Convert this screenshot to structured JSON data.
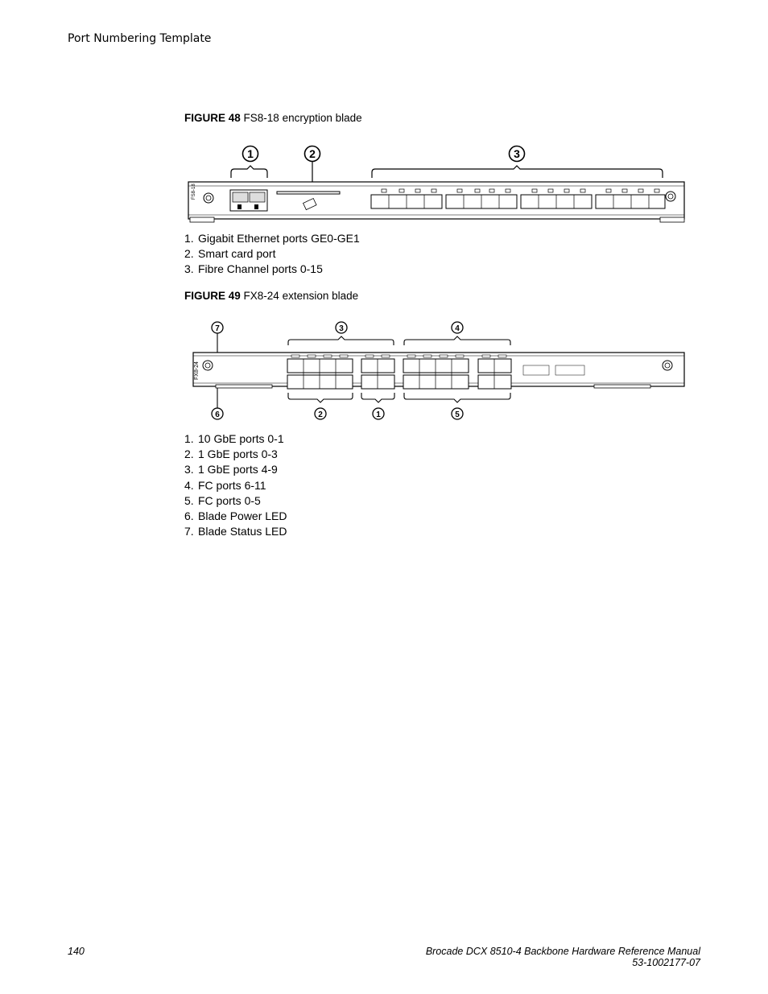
{
  "header": {
    "title": "Port Numbering Template"
  },
  "figure48": {
    "label": "FIGURE 48",
    "title": "FS8-18 encryption blade",
    "faceplate_text": "FS8-18",
    "callouts": [
      "1",
      "2",
      "3"
    ],
    "legend": [
      {
        "num": "1.",
        "text": "Gigabit Ethernet ports GE0-GE1"
      },
      {
        "num": "2.",
        "text": "Smart card port"
      },
      {
        "num": "3.",
        "text": "Fibre Channel ports 0-15"
      }
    ]
  },
  "figure49": {
    "label": "FIGURE 49",
    "title": "FX8-24 extension blade",
    "faceplate_text": "FX8-24",
    "callouts": [
      "7",
      "3",
      "4",
      "6",
      "2",
      "1",
      "5"
    ],
    "legend": [
      {
        "num": "1.",
        "text": "10 GbE ports 0-1"
      },
      {
        "num": "2.",
        "text": "1 GbE ports 0-3"
      },
      {
        "num": "3.",
        "text": "1 GbE ports 4-9"
      },
      {
        "num": "4.",
        "text": "FC ports 6-11"
      },
      {
        "num": "5.",
        "text": "FC ports 0-5"
      },
      {
        "num": "6.",
        "text": "Blade Power LED"
      },
      {
        "num": "7.",
        "text": "Blade Status LED"
      }
    ]
  },
  "footer": {
    "page_number": "140",
    "manual_title": "Brocade DCX 8510-4 Backbone Hardware Reference Manual",
    "doc_number": "53-1002177-07"
  }
}
